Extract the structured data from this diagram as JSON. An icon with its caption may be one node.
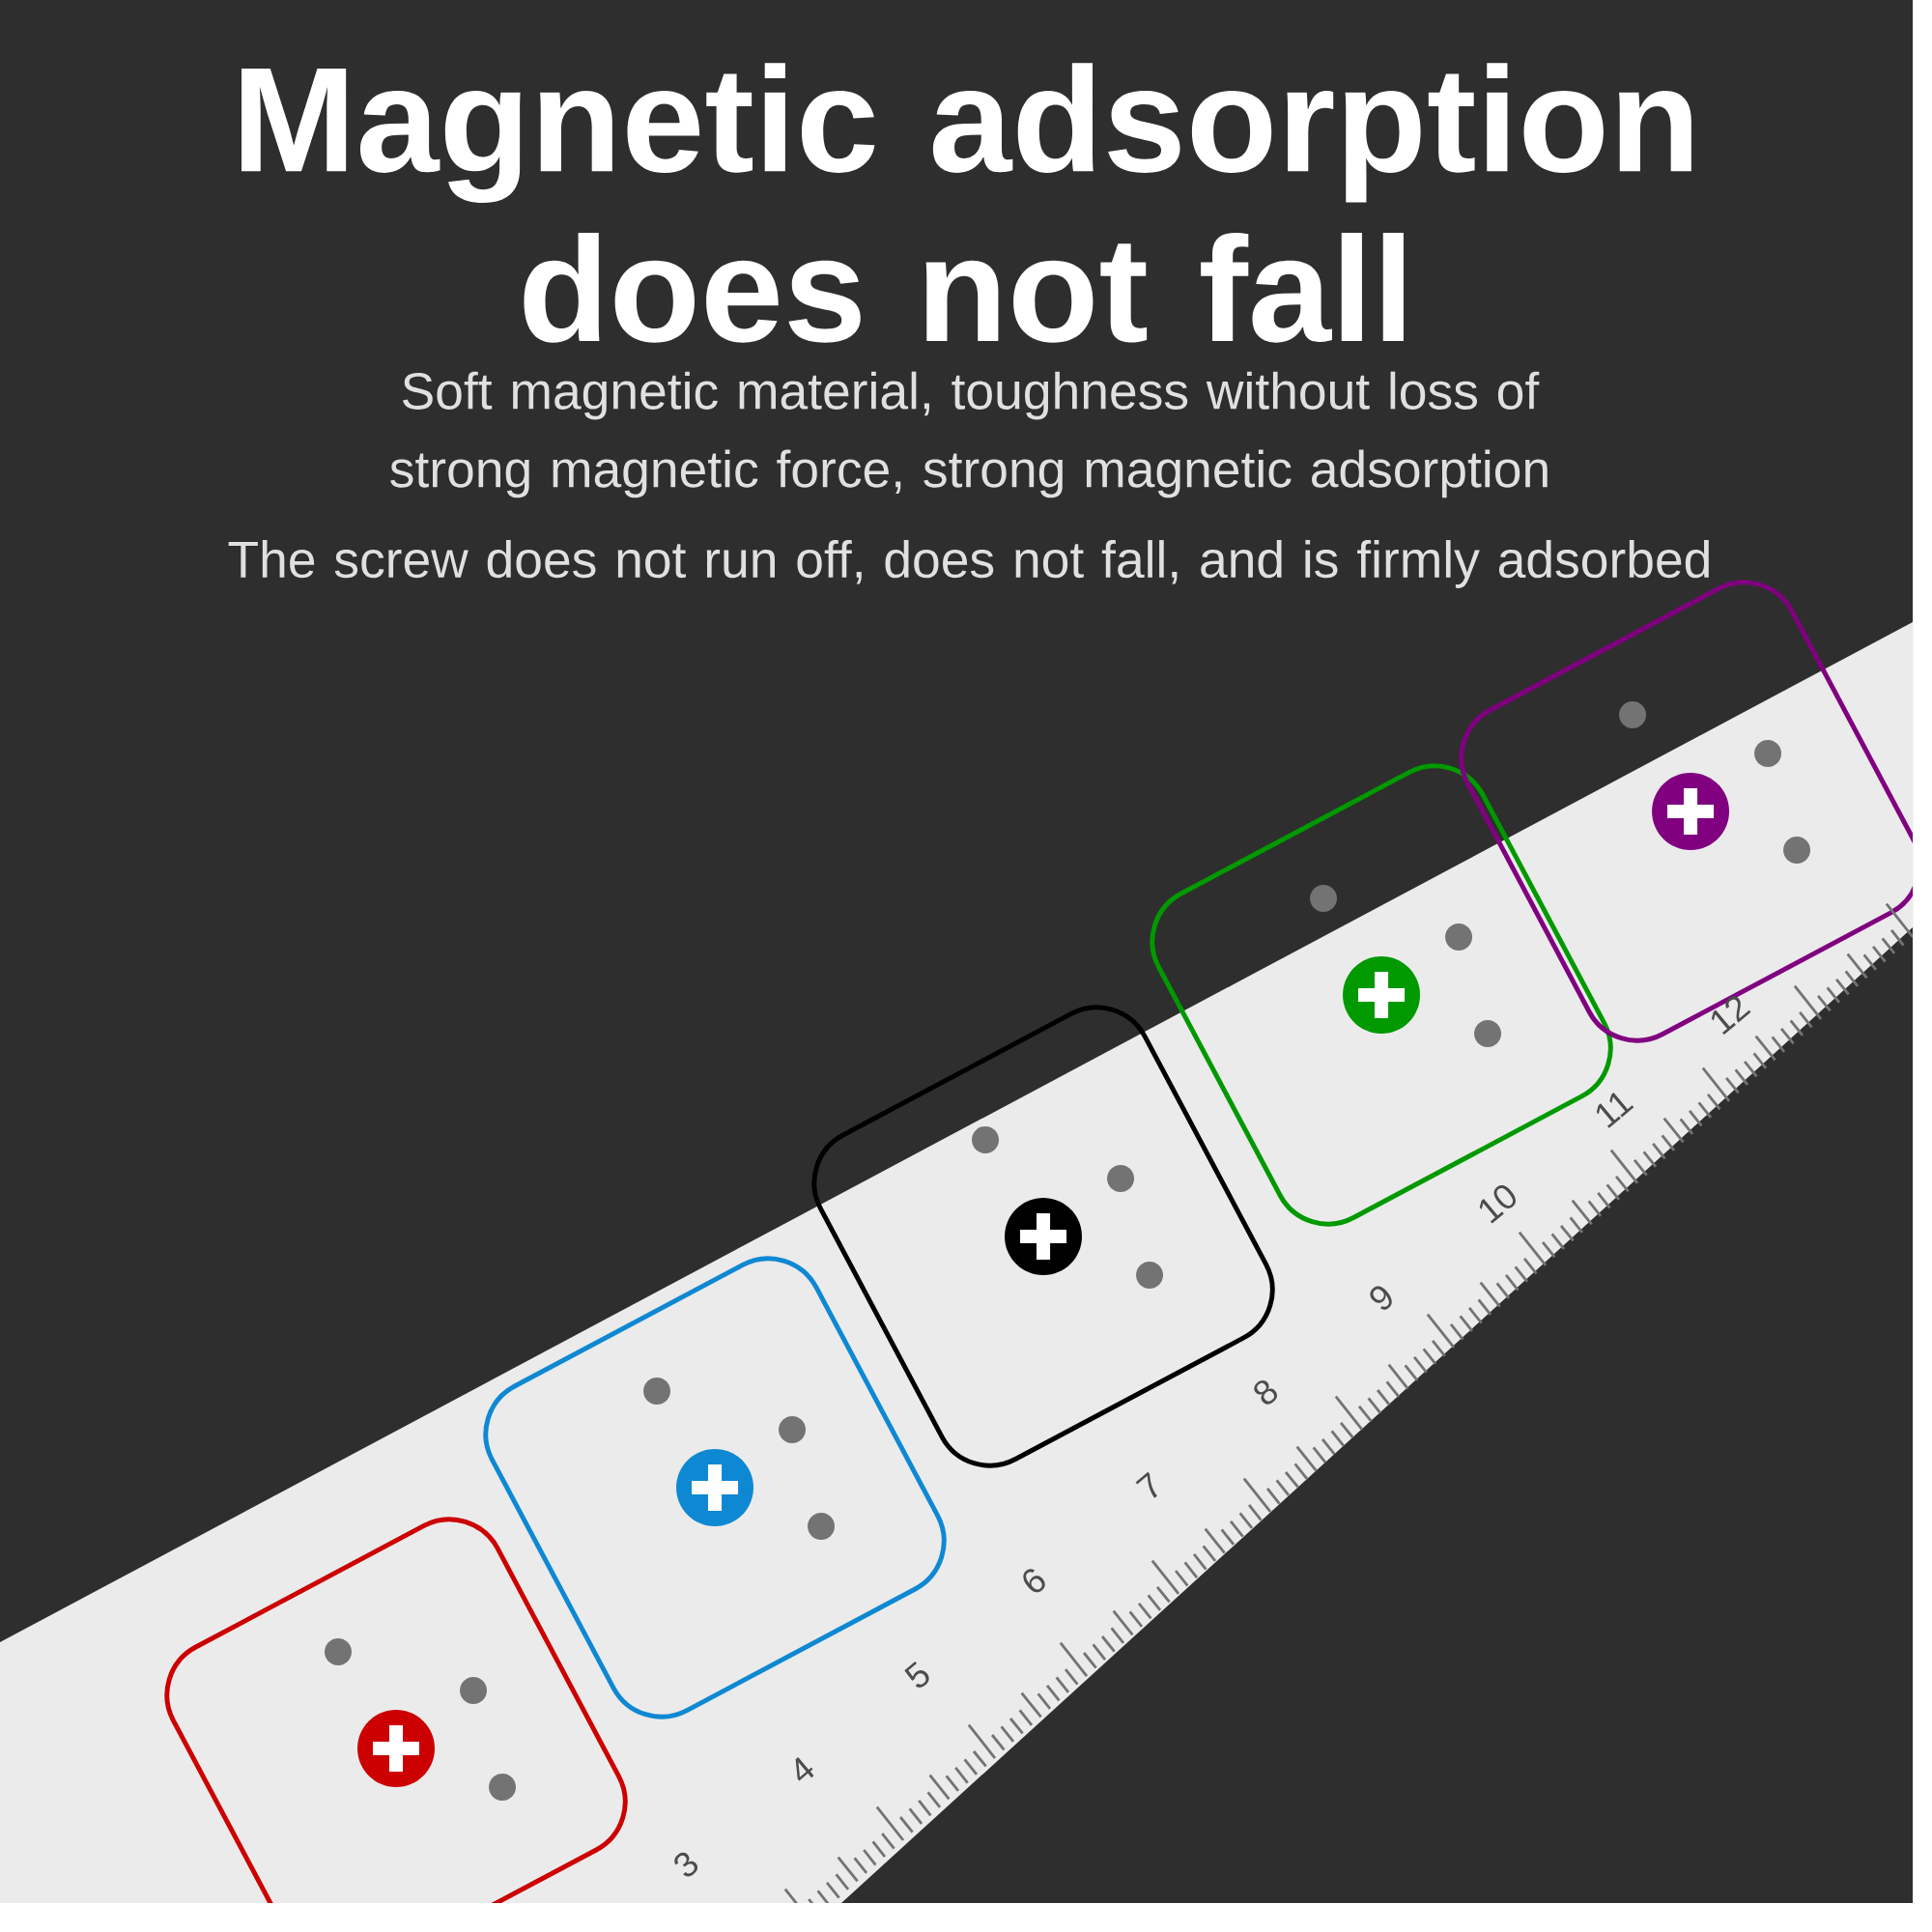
{
  "diagram": {
    "title": "Magnetic adsorption does not fall",
    "labels": [
      "Soft magnetic material, toughness without loss of strong magnetic force, strong magnetic adsorption",
      "The screw does not run off, does not fall, and is firmly adsorbed",
      "3",
      "4",
      "5",
      "6",
      "7",
      "8",
      "9",
      "10",
      "11",
      "12"
    ]
  }
}
